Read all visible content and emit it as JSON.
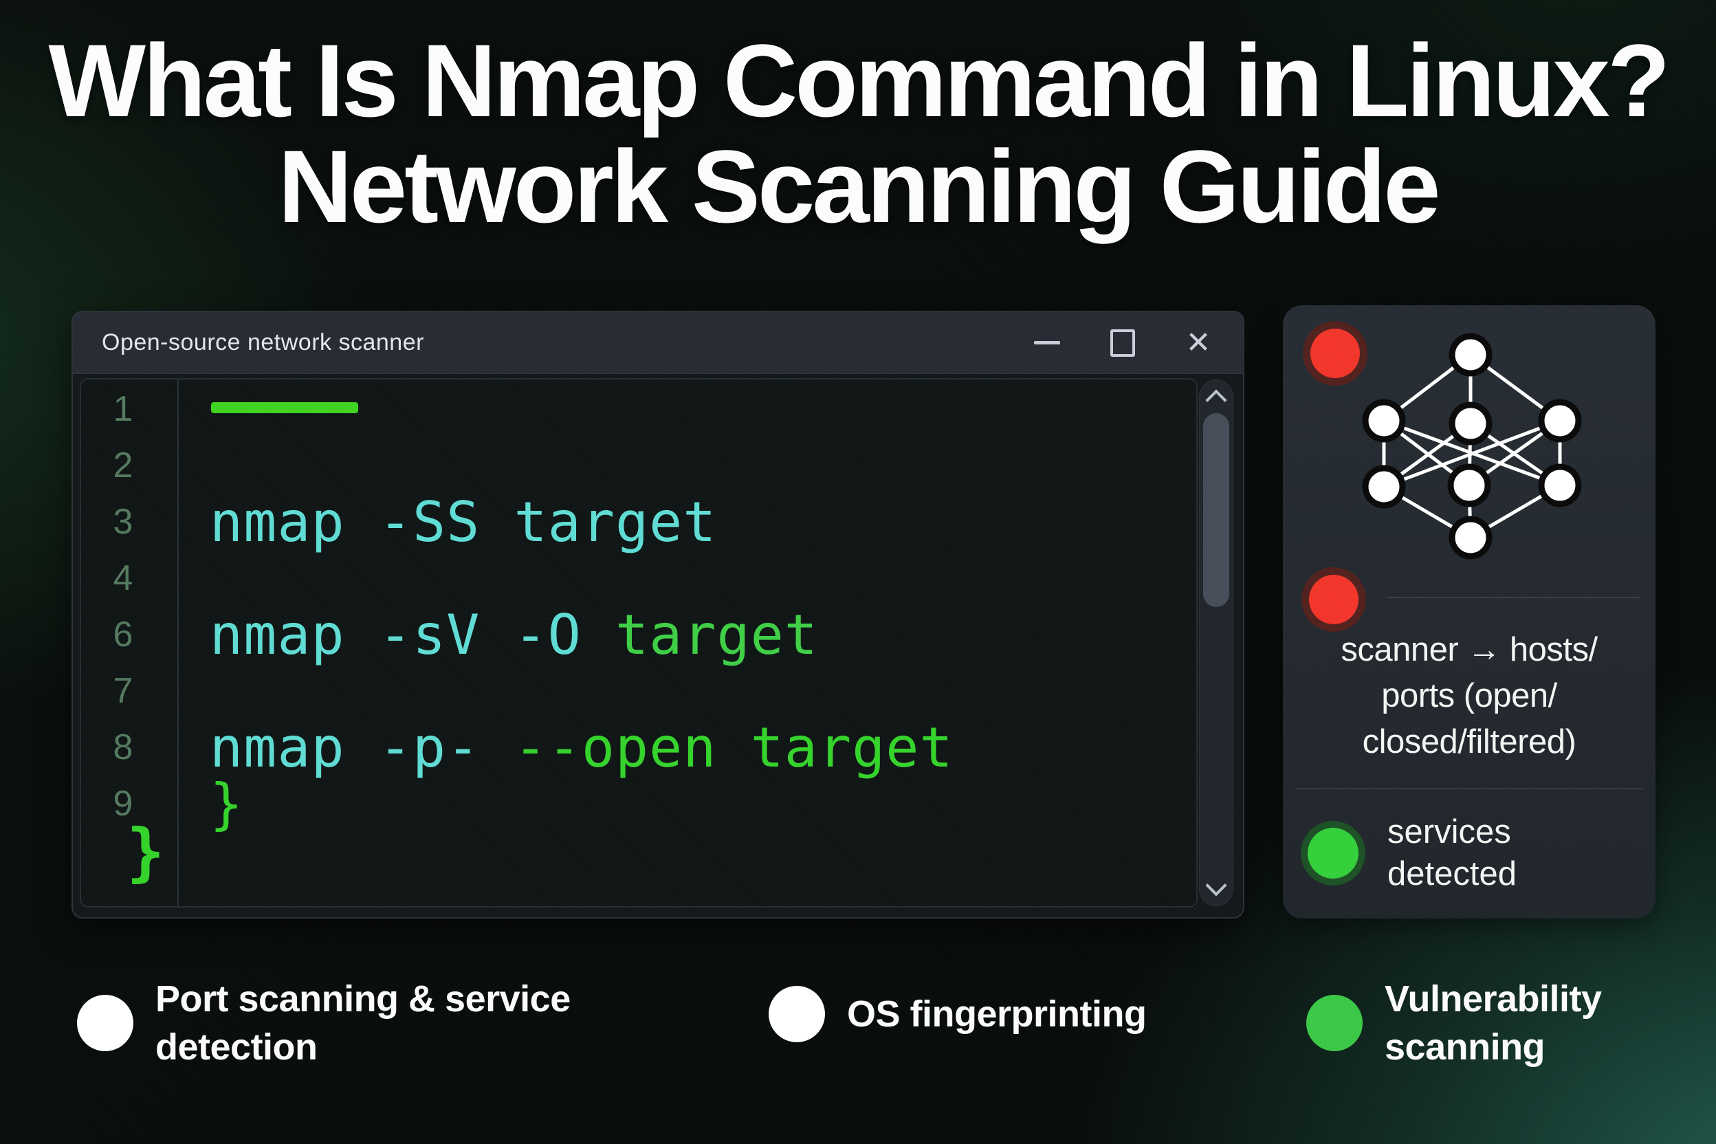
{
  "page": {
    "title_line1": "What Is Nmap Command in Linux?",
    "title_line2": "Network Scanning Guide"
  },
  "window": {
    "title": "Open-source network scanner",
    "controls": {
      "close_glyph": "✕"
    },
    "editor": {
      "rows": [
        {
          "num": "1",
          "type": "bar",
          "segments": []
        },
        {
          "num": "2",
          "type": "text",
          "segments": []
        },
        {
          "num": "3",
          "type": "text",
          "segments": [
            {
              "text": "nmap -SS target",
              "color": "cyan"
            }
          ]
        },
        {
          "num": "4",
          "type": "text",
          "segments": []
        },
        {
          "num": "6",
          "type": "text",
          "segments": [
            {
              "text": "nmap -sV -O ",
              "color": "cyan"
            },
            {
              "text": "target",
              "color": "green"
            }
          ]
        },
        {
          "num": "7",
          "type": "text",
          "segments": []
        },
        {
          "num": "8",
          "type": "text",
          "segments": [
            {
              "text": "nmap -p- ",
              "color": "cyan"
            },
            {
              "text": "--open target",
              "color": "bright_green"
            }
          ]
        },
        {
          "num": "9",
          "type": "text",
          "segments": [
            {
              "text": "}",
              "color": "bright_green"
            }
          ]
        }
      ],
      "outer_brace": "}"
    }
  },
  "side_panel": {
    "flow_label_lines": [
      "scanner → hosts/",
      "ports (open/",
      "closed/filtered)"
    ],
    "services_label_lines": [
      "services",
      "detected"
    ]
  },
  "legend": [
    {
      "dot_color": "#ffffff",
      "label_lines": [
        "Port scanning & service",
        "detection"
      ]
    },
    {
      "dot_color": "#ffffff",
      "label_lines": [
        "OS fingerprinting"
      ]
    },
    {
      "dot_color": "#3cc847",
      "label_lines": [
        "Vulnerability",
        "scanning"
      ]
    }
  ],
  "colors": {
    "cyan": "#5fdcd4",
    "green": "#3fcf46",
    "bright_green": "#35d32c",
    "bar_green": "#3ed321",
    "red_status": "#f2362b",
    "green_status": "#35cf3b",
    "background_teal_glow": "#1d5448"
  }
}
